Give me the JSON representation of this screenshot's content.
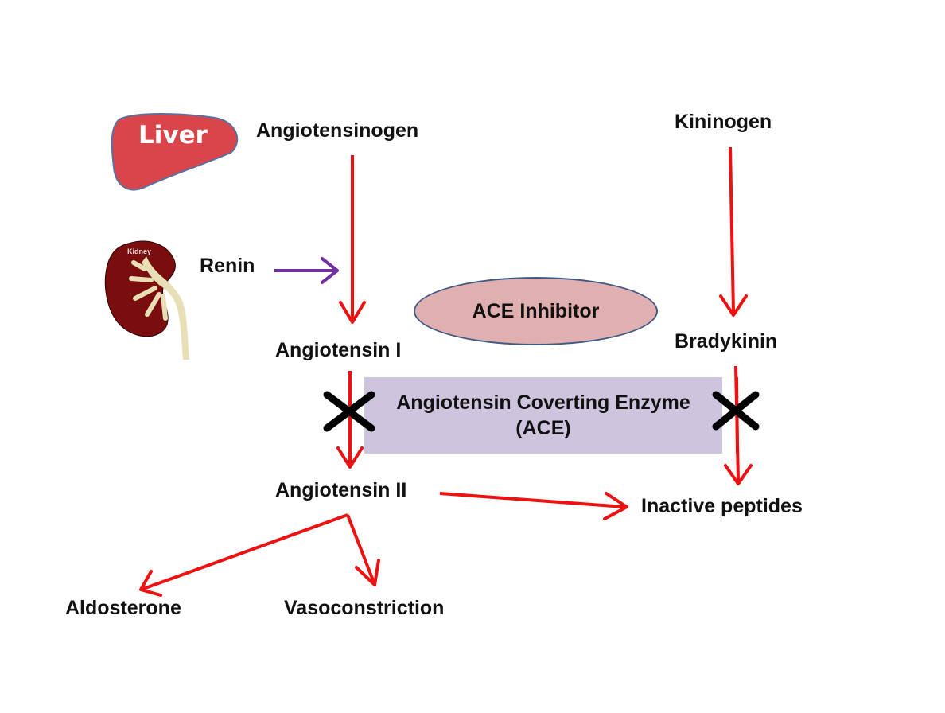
{
  "diagram": {
    "organs": {
      "liver_label": "Liver",
      "kidney_label": "Kidney"
    },
    "nodes": {
      "angiotensinogen": "Angiotensinogen",
      "kininogen": "Kininogen",
      "renin": "Renin",
      "ace_inhibitor": "ACE Inhibitor",
      "angiotensin_1": "Angiotensin I",
      "bradykinin": "Bradykinin",
      "enzyme_line1": "Angiotensin Coverting Enzyme",
      "enzyme_line2": "(ACE)",
      "angiotensin_2": "Angiotensin II",
      "inactive_peptides": "Inactive peptides",
      "aldosterone": "Aldosterone",
      "vasoconstriction": "Vasoconstriction"
    },
    "colors": {
      "arrow": "#ee1111",
      "renin_arrow": "#7030a0",
      "enzyme_box": "#cfc4de",
      "inhibitor_fill": "#e0b0b0",
      "inhibitor_border": "#3f5a86",
      "liver": "#d9454a",
      "kidney": "#7a0e0e",
      "block_mark": "#000000"
    },
    "icons": [
      "liver-icon",
      "kidney-icon",
      "block-x-icon"
    ]
  }
}
